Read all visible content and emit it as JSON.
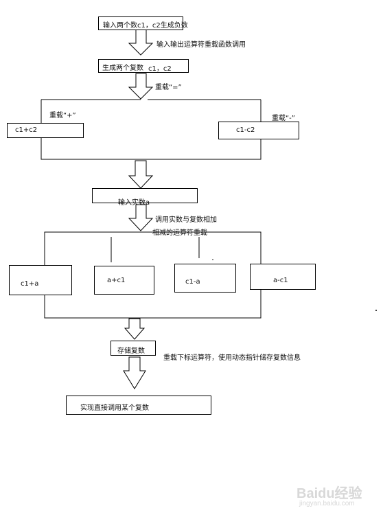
{
  "diagram": {
    "nodes": {
      "input_two": "输入两个数c1，c2生成负数",
      "gen_two": "生成两个复数",
      "gen_two_vars": "c1，c2",
      "c1_plus_c2": "c1+c2",
      "c1_minus_c2": "c1-c2",
      "input_real": "输入实数a",
      "c1_plus_a": "c1+a",
      "a_plus_c1": "a+c1",
      "c1_minus_a": "c1-a",
      "a_minus_c1": "a-c1",
      "store": "存储复数",
      "direct": "实现直接调用某个复数"
    },
    "labels": {
      "overload_io": "输入输出运算符重载函数调用",
      "overload_assign": "重载“=”",
      "overload_plus": "重载“+”",
      "overload_minus": "重载“-”",
      "real_complex_1": "调用实数与复数相加",
      "real_complex_2": "相减的运算符重载",
      "subscript": "重载下标运算符，使用动态指针储存复数信息"
    }
  },
  "watermark": {
    "brand": "Baidu经验",
    "url": "jingyan.baidu.com"
  }
}
